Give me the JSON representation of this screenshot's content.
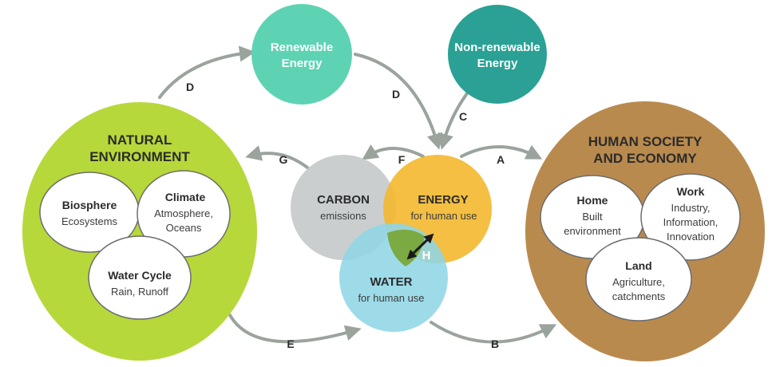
{
  "nodes": {
    "renewable": {
      "line1": "Renewable",
      "line2": "Energy",
      "color": "#5ed3b4"
    },
    "nonrenewable": {
      "line1": "Non-renewable",
      "line2": "Energy",
      "color": "#2aa194"
    },
    "natural": {
      "line1": "NATURAL",
      "line2": "ENVIRONMENT",
      "color": "#b7d83a",
      "biosphere": {
        "title": "Biosphere",
        "sub1": "Ecosystems"
      },
      "climate": {
        "title": "Climate",
        "sub1": "Atmosphere,",
        "sub2": "Oceans"
      },
      "watercycle": {
        "title": "Water Cycle",
        "sub1": "Rain, Runoff"
      }
    },
    "human": {
      "line1": "HUMAN SOCIETY",
      "line2": "AND ECONOMY",
      "color": "#b98a4e",
      "home": {
        "title": "Home",
        "sub1": "Built",
        "sub2": "environment"
      },
      "work": {
        "title": "Work",
        "sub1": "Industry,",
        "sub2": "Information,",
        "sub3": "Innovation"
      },
      "land": {
        "title": "Land",
        "sub1": "Agriculture,",
        "sub2": "catchments"
      }
    },
    "carbon": {
      "title": "CARBON",
      "sub": "emissions",
      "color": "#c7cbcc"
    },
    "energy": {
      "title": "ENERGY",
      "sub": "for human use",
      "color": "#f3b82e"
    },
    "water": {
      "title": "WATER",
      "sub": "for human use",
      "color": "#8fd6e6"
    },
    "nexus": {
      "label": "H",
      "color": "#7aa83a"
    }
  },
  "arrows": {
    "a": "A",
    "b": "B",
    "c": "C",
    "d1": "D",
    "d2": "D",
    "e": "E",
    "f": "F",
    "g": "G"
  },
  "colors": {
    "arrow": "#9aa39c"
  }
}
